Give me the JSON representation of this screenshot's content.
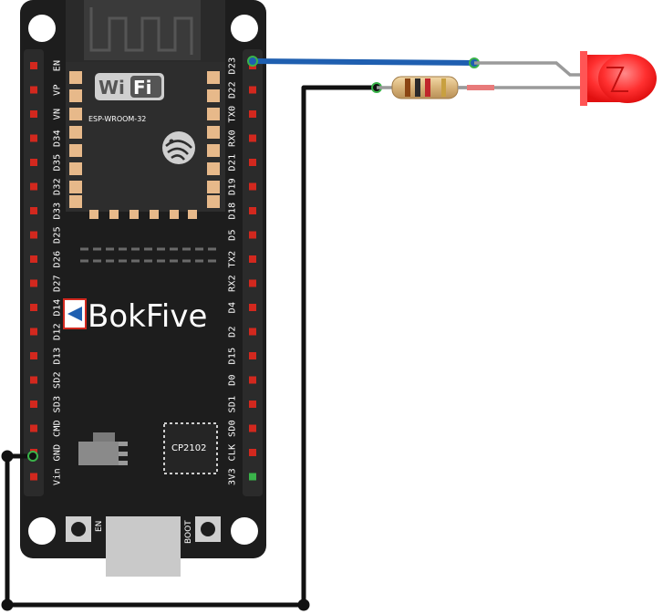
{
  "board": {
    "brand": "BokFive",
    "module_label": "ESP-WROOM-32",
    "wifi_logo": "WiFi",
    "usb_chip": "CP2102",
    "button_en": "EN",
    "button_boot": "BOOT",
    "left_pins": [
      "EN",
      "VP",
      "VN",
      "D34",
      "D35",
      "D32",
      "D33",
      "D25",
      "D26",
      "D27",
      "D14",
      "D12",
      "D13",
      "SD2",
      "SD3",
      "CMD",
      "GND",
      "Vin"
    ],
    "right_pins": [
      "D23",
      "D22",
      "TX0",
      "RX0",
      "D21",
      "D19",
      "D18",
      "D5",
      "TX2",
      "RX2",
      "D4",
      "D2",
      "D15",
      "D0",
      "SD1",
      "SD0",
      "CLK",
      "3V3"
    ]
  },
  "components": {
    "led_color": "red",
    "resistor_bands": [
      "brown",
      "black",
      "red",
      "gold"
    ]
  },
  "wires": [
    {
      "from": "D23",
      "to": "LED anode",
      "color": "#1f5fb0"
    },
    {
      "from": "resistor",
      "to": "GND",
      "color": "#1a1a1a"
    }
  ],
  "colors": {
    "board": "#1d1d1d",
    "pin_header": "#2b2b2b",
    "pin_marker": "#d2281e",
    "pin_active": "#3ab34a",
    "module_gold": "#e7b98a",
    "led": "#ff2a2a",
    "wire_blue": "#1f5fb0",
    "wire_black": "#111111"
  }
}
